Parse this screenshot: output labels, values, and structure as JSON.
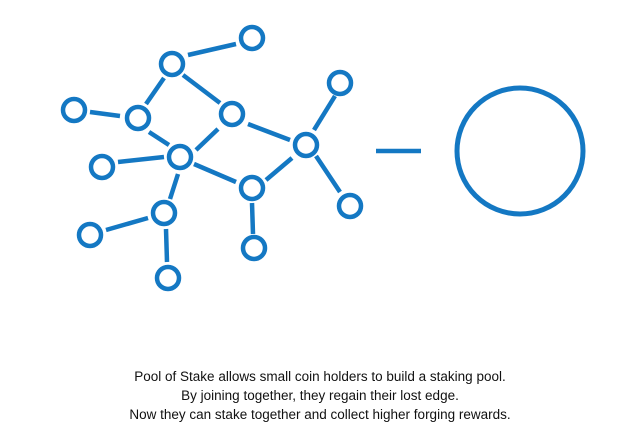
{
  "diagram": {
    "stroke_color": "#1478c3",
    "network": "stake-holder-nodes",
    "target": "staking-pool-circle"
  },
  "caption": {
    "line1": "Pool of Stake allows small coin holders to build a staking pool.",
    "line2": "By joining together, they regain their lost edge.",
    "line3": "Now they can stake together and collect higher forging rewards."
  }
}
